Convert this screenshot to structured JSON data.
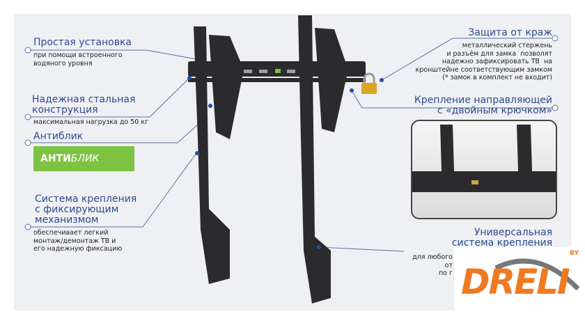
{
  "left": [
    {
      "title": "Простая установка",
      "sub": "при помощи встроенного\nводяного уровня"
    },
    {
      "title": "Надежная стальная\nконструкция",
      "sub": "максимальная нагрузка до 50 кг"
    },
    {
      "title": "Антиблик",
      "badge_bold": "АНТИ",
      "badge_italic": "БЛИК"
    },
    {
      "title": "Система крепления\nс фиксирующим\nмеханизмом",
      "sub": "обеспечивает легкий\nмонтаж/демонтаж ТВ и\nего надежную фиксацию"
    }
  ],
  "right": [
    {
      "title": "Защита от краж",
      "sub": "металлический стержень\nи разъём для замка  позволят\nнадежно зафиксировать ТВ  на\nкронштейне соответствующим замком\n(* замок в комплект не входит)"
    },
    {
      "title": "Крепление направляющей\nс «двойным крючком»"
    },
    {
      "title": "Универсальная\nсистема крепления",
      "sub": "для любого\nот\nпо г"
    }
  ],
  "logo": {
    "text": "DRELI",
    "suffix": "BY"
  },
  "colors": {
    "heading": "#2e4a8e",
    "badge": "#7dc242",
    "logo": "#f07a22",
    "bracket": "#2b2b2d"
  }
}
